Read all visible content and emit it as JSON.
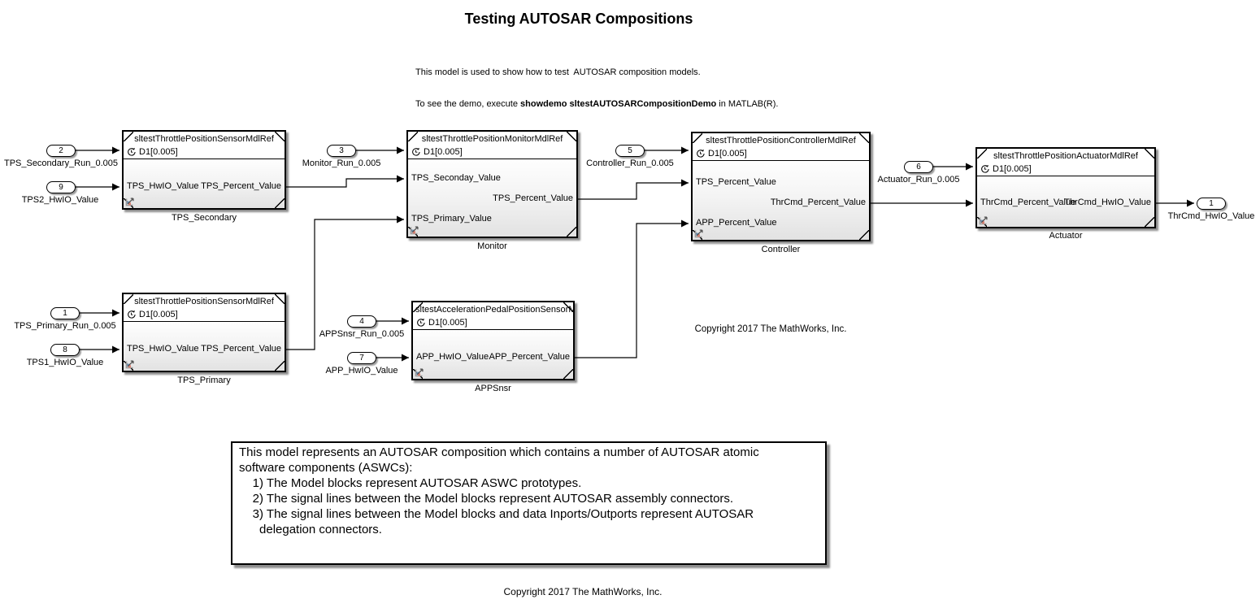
{
  "header": {
    "title": "Testing AUTOSAR Compositions",
    "desc_line1": "This model is used to show how to test  AUTOSAR composition models.",
    "desc_line2_prefix": "To see the demo, execute ",
    "desc_line2_bold": "showdemo sltestAUTOSARCompositionDemo",
    "desc_line2_suffix": " in MATLAB(R)."
  },
  "copyright": {
    "mid": "Copyright 2017 The MathWorks, Inc.",
    "bottom": "Copyright 2017 The MathWorks, Inc."
  },
  "annotation": {
    "text": "This model represents an AUTOSAR composition which contains a number of AUTOSAR atomic\nsoftware components (ASWCs):\n    1) The Model blocks represent AUTOSAR ASWC prototypes.\n    2) The signal lines between the Model blocks represent AUTOSAR assembly connectors.\n    3) The signal lines between the Model blocks and data Inports/Outports represent AUTOSAR\n      delegation connectors."
  },
  "blocks": [
    {
      "id": "TPS_Secondary",
      "model_name": "sltestThrottlePositionSensorMdlRef",
      "sample_time": "D1[0.005]",
      "label": "TPS_Secondary",
      "inputs": [
        "TPS_HwIO_Value"
      ],
      "outputs": [
        "TPS_Percent_Value"
      ]
    },
    {
      "id": "Monitor",
      "model_name": "sltestThrottlePositionMonitorMdlRef",
      "sample_time": "D1[0.005]",
      "label": "Monitor",
      "inputs": [
        "TPS_Seconday_Value",
        "TPS_Primary_Value"
      ],
      "outputs": [
        "TPS_Percent_Value"
      ]
    },
    {
      "id": "Controller",
      "model_name": "sltestThrottlePositionControllerMdlRef",
      "sample_time": "D1[0.005]",
      "label": "Controller",
      "inputs": [
        "TPS_Percent_Value",
        "APP_Percent_Value"
      ],
      "outputs": [
        "ThrCmd_Percent_Value"
      ]
    },
    {
      "id": "Actuator",
      "model_name": "sltestThrottlePositionActuatorMdlRef",
      "sample_time": "D1[0.005]",
      "label": "Actuator",
      "inputs": [
        "ThrCmd_Percent_Value"
      ],
      "outputs": [
        "ThrCmd_HwIO_Value"
      ]
    },
    {
      "id": "TPS_Primary",
      "model_name": "sltestThrottlePositionSensorMdlRef",
      "sample_time": "D1[0.005]",
      "label": "TPS_Primary",
      "inputs": [
        "TPS_HwIO_Value"
      ],
      "outputs": [
        "TPS_Percent_Value"
      ]
    },
    {
      "id": "APPSnsr",
      "model_name": "sltestAccelerationPedalPositionSensorMdlRef",
      "sample_time": "D1[0.005]",
      "label": "APPSnsr",
      "inputs": [
        "APP_HwIO_Value"
      ],
      "outputs": [
        "APP_Percent_Value"
      ]
    }
  ],
  "inports": [
    {
      "num": "2",
      "label": "TPS_Secondary_Run_0.005"
    },
    {
      "num": "9",
      "label": "TPS2_HwIO_Value"
    },
    {
      "num": "3",
      "label": "Monitor_Run_0.005"
    },
    {
      "num": "5",
      "label": "Controller_Run_0.005"
    },
    {
      "num": "1",
      "label": "TPS_Primary_Run_0.005"
    },
    {
      "num": "8",
      "label": "TPS1_HwIO_Value"
    },
    {
      "num": "4",
      "label": "APPSnsr_Run_0.005"
    },
    {
      "num": "7",
      "label": "APP_HwIO_Value"
    },
    {
      "num": "6",
      "label": "Actuator_Run_0.005"
    }
  ],
  "outports": [
    {
      "num": "1",
      "label": "ThrCmd_HwIO_Value"
    }
  ],
  "icons": {
    "sample_time": "clock-icon",
    "model_reference": "model-ref-badge-icon"
  },
  "colors": {
    "background": "#ffffff",
    "block_border": "#000000",
    "wire": "#000000",
    "body_gradient_top": "#fefefe",
    "body_gradient_bottom": "#e2e2e2"
  }
}
